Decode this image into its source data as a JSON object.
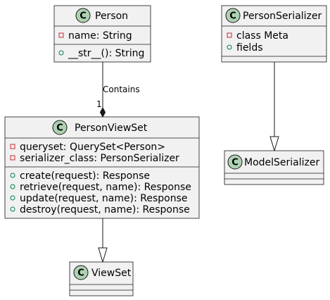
{
  "classes": {
    "person": {
      "badge": "C",
      "name": "Person",
      "attributes": [
        {
          "vis": "private",
          "text": "name: String"
        }
      ],
      "methods": [
        {
          "vis": "public",
          "text": "__str__(): String"
        }
      ]
    },
    "person_serializer": {
      "badge": "C",
      "name": "PersonSerializer",
      "attributes": [
        {
          "vis": "private",
          "text": "class Meta"
        },
        {
          "vis": "public",
          "text": "fields"
        }
      ],
      "methods": []
    },
    "person_viewset": {
      "badge": "C",
      "name": "PersonViewSet",
      "attributes": [
        {
          "vis": "private",
          "text": "queryset: QuerySet<Person>"
        },
        {
          "vis": "private",
          "text": "serializer_class: PersonSerializer"
        }
      ],
      "methods": [
        {
          "vis": "public",
          "text": "create(request): Response"
        },
        {
          "vis": "public",
          "text": "retrieve(request, name): Response"
        },
        {
          "vis": "public",
          "text": "update(request, name): Response"
        },
        {
          "vis": "public",
          "text": "destroy(request, name): Response"
        }
      ]
    },
    "model_serializer": {
      "badge": "C",
      "name": "ModelSerializer",
      "attributes": [],
      "methods": []
    },
    "viewset": {
      "badge": "C",
      "name": "ViewSet",
      "attributes": [],
      "methods": []
    }
  },
  "relations": {
    "composition": {
      "label": "Contains",
      "multiplicity": "1",
      "from": "Person",
      "to": "PersonViewSet"
    },
    "inherit_viewset": {
      "from": "PersonViewSet",
      "to": "ViewSet"
    },
    "inherit_serializer": {
      "from": "PersonSerializer",
      "to": "ModelSerializer"
    }
  },
  "colors": {
    "box_fill": "#f1f1f1",
    "box_stroke": "#181818",
    "badge_fill": "#add1b2",
    "private_marker": "#c82930",
    "public_marker": "#038048"
  }
}
